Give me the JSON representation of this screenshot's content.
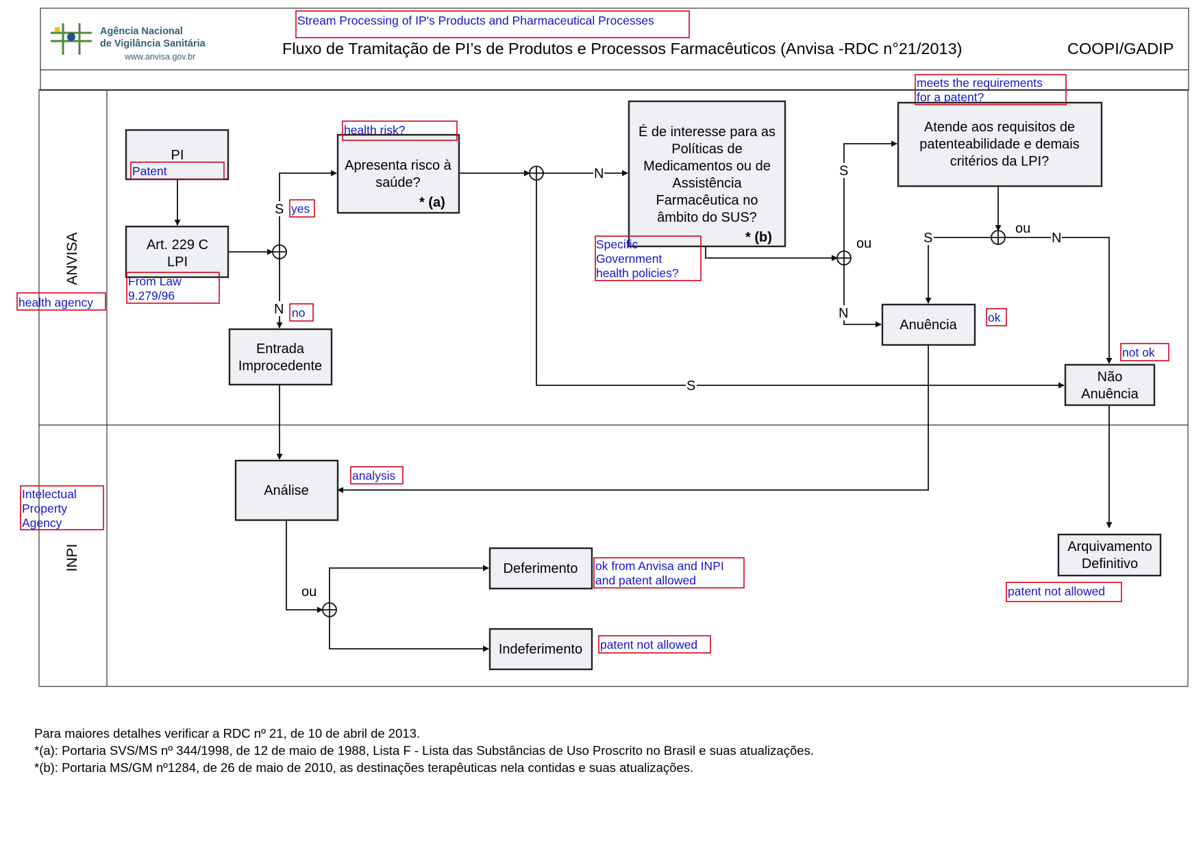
{
  "header": {
    "logo_line1": "Agência Nacional",
    "logo_line2": "de Vigilância Sanitária",
    "logo_url": "www.anvisa.gov.br",
    "annotation_title": "Stream Processing of IP's Products and Pharmaceutical Processes",
    "title": "Fluxo de Tramitação de PI’s de Produtos e Processos Farmacêuticos (Anvisa -RDC n°21/2013)",
    "department": "COOPI/GADIP"
  },
  "lanes": {
    "anvisa": {
      "label": "ANVISA",
      "annotation": "health agency"
    },
    "inpi": {
      "label": "INPI",
      "annotation": [
        "Intelectual",
        "Property",
        "Agency"
      ]
    }
  },
  "nodes": {
    "pi": {
      "lines": [
        "PI"
      ],
      "annotation": [
        "Patent"
      ]
    },
    "art229": {
      "lines": [
        "Art. 229 C",
        "LPI"
      ],
      "annotation": [
        "From Law",
        "9.279/96"
      ]
    },
    "risco": {
      "lines": [
        "Apresenta risco à",
        "saúde?"
      ],
      "marker": "* (a)",
      "annotation": [
        "health risk?"
      ]
    },
    "entrada": {
      "lines": [
        "Entrada",
        "Improcedente"
      ]
    },
    "interesse": {
      "lines": [
        "É de interesse para as",
        "Políticas de",
        "Medicamentos ou de",
        "Assistência",
        "Farmacêutica  no",
        "âmbito do SUS?"
      ],
      "marker": "* (b)",
      "annotation": [
        "Specific",
        "Government",
        "health policies?"
      ]
    },
    "requisitos": {
      "lines": [
        "Atende aos requisitos de",
        "patenteabilidade e demais",
        "critérios da LPI?"
      ],
      "annotation": [
        "meets the requirements",
        "for a patent?"
      ]
    },
    "anuencia": {
      "lines": [
        "Anuência"
      ],
      "annotation": [
        "ok"
      ]
    },
    "nao_anuencia": {
      "lines": [
        "Não",
        "Anuência"
      ],
      "annotation": [
        "not ok"
      ]
    },
    "analise": {
      "lines": [
        "Análise"
      ],
      "annotation": [
        "analysis"
      ]
    },
    "deferimento": {
      "lines": [
        "Deferimento"
      ],
      "annotation": [
        "ok from Anvisa and INPI",
        "and patent allowed"
      ]
    },
    "indeferimento": {
      "lines": [
        "Indeferimento"
      ],
      "annotation": [
        "patent not allowed"
      ]
    },
    "arquivamento": {
      "lines": [
        "Arquivamento",
        "Definitivo"
      ],
      "annotation": [
        "patent not allowed"
      ]
    }
  },
  "edge_labels": {
    "yes_s": "S",
    "yes_anno": "yes",
    "no_n": "N",
    "no_anno": "no",
    "risk_n": "N",
    "risk_s": "S",
    "interest_s": "S",
    "interest_n": "N",
    "interest_ou": "ou",
    "req_s": "S",
    "req_n": "N",
    "req_ou": "ou",
    "analise_ou": "ou"
  },
  "footer": [
    "Para maiores detalhes verificar a RDC nº 21, de 10 de abril de 2013.",
    "*(a): Portaria SVS/MS nº 344/1998, de 12 de maio de 1988, Lista F - Lista das Substâncias de Uso Proscrito no Brasil e suas atualizações.",
    "*(b): Portaria MS/GM nº1284, de 26 de maio de 2010, as destinações terapêuticas nela contidas e suas atualizações."
  ],
  "colors": {
    "annotation_text": "#1515c8",
    "annotation_border": "#d0021b",
    "node_fill": "#eff0f4",
    "logo_text": "#2f5f77"
  },
  "icons": [
    "anvisa-logo-icon",
    "gateway-circle-plus-icon",
    "arrow-head-icon"
  ]
}
